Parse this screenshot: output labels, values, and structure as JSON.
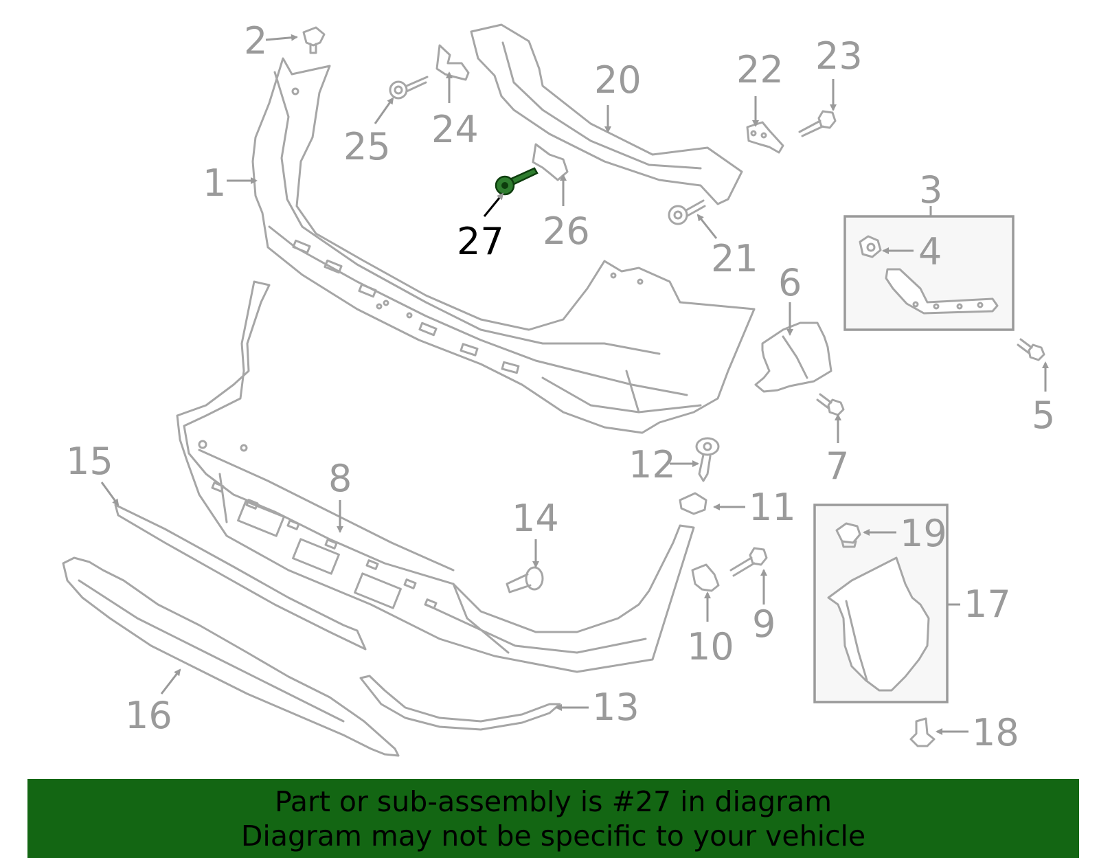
{
  "callouts": {
    "c1": "1",
    "c2": "2",
    "c3": "3",
    "c4": "4",
    "c5": "5",
    "c6": "6",
    "c7": "7",
    "c8": "8",
    "c9": "9",
    "c10": "10",
    "c11": "11",
    "c12": "12",
    "c13": "13",
    "c14": "14",
    "c15": "15",
    "c16": "16",
    "c17": "17",
    "c18": "18",
    "c19": "19",
    "c20": "20",
    "c21": "21",
    "c22": "22",
    "c23": "23",
    "c24": "24",
    "c25": "25",
    "c26": "26",
    "c27": "27"
  },
  "highlighted_part": "27",
  "colors": {
    "line_gray": "#a6a6a6",
    "highlight_green": "#2f7d2f",
    "banner_green": "#136613"
  },
  "banner": {
    "line1": "Part or sub-assembly is #27 in diagram",
    "line2": "Diagram may not be specific to your vehicle"
  }
}
